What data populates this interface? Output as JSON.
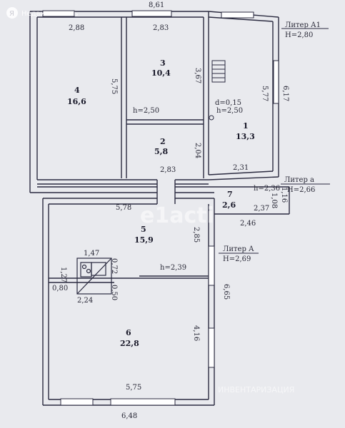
{
  "watermark": {
    "logo_text": "Я",
    "brand_text": "Недвижимость",
    "center_text": "e1acti",
    "bottom_text": "ИНВЕНТАРИЗАЦИЯ"
  },
  "literas": {
    "a1_name": "Литер А1",
    "a1_height": "H=2,80",
    "a_small_name": "Литер а",
    "a_small_height": "H=2,66",
    "a_name": "Литер А",
    "a_height": "H=2,69"
  },
  "rooms": [
    {
      "number": "4",
      "area": "16,6"
    },
    {
      "number": "3",
      "area": "10,4"
    },
    {
      "number": "2",
      "area": "5,8"
    },
    {
      "number": "1",
      "area": "13,3"
    },
    {
      "number": "7",
      "area": "2,6"
    },
    {
      "number": "5",
      "area": "15,9"
    },
    {
      "number": "6",
      "area": "22,8"
    }
  ],
  "dimensions": {
    "top_total": "8,61",
    "room4_width": "2,88",
    "room3_width": "2,83",
    "room3_height": "3,67",
    "room4_height": "5,75",
    "room1_height": "5,77",
    "room1_outer": "6,17",
    "room2_height": "2,04",
    "room2_width": "2,83",
    "room1_bottom": "2,31",
    "room7_top": "2,36",
    "room7_bottom": "2,37",
    "room7_out": "2,46",
    "room7_side": "1,08",
    "room7_outer": "1,16",
    "room5_width": "5,78",
    "room5_height": "2,85",
    "right_total": "6,65",
    "room6_height": "4,16",
    "room6_width": "5,75",
    "bottom_total": "6,48",
    "stove_w": "1,47",
    "stove_h": "1,27",
    "stove_side": "0,72",
    "stove_low": "0,50",
    "stove_left": "0,80",
    "stove_bottom": "2,24"
  },
  "heights": {
    "room3": "h=2,50",
    "room5": "h=2,39",
    "room1": "h=2,50",
    "room7": "h=2,36",
    "room1_d": "d=0,15"
  }
}
